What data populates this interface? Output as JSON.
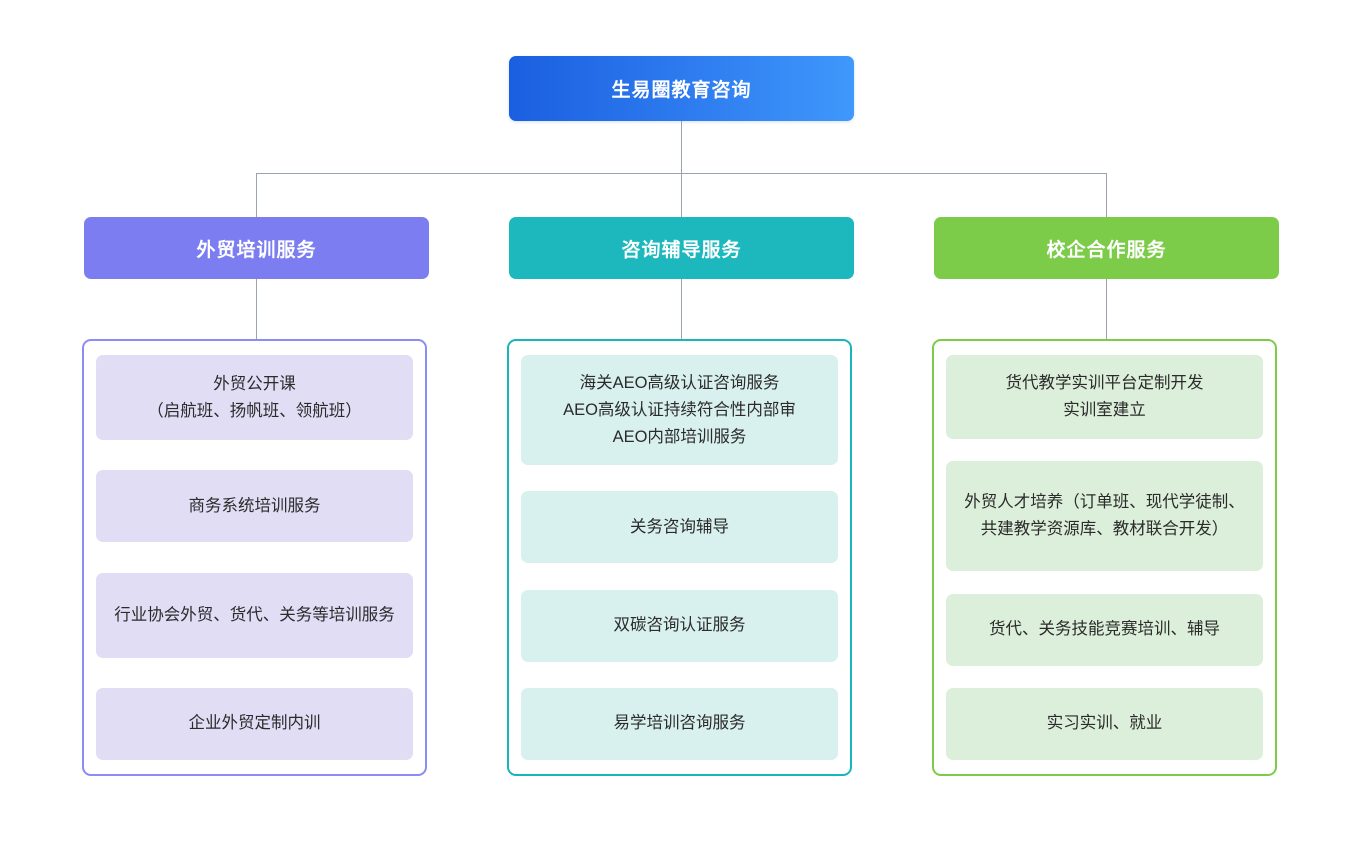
{
  "diagram": {
    "type": "organizational-tree",
    "root": {
      "label": "生易圈教育咨询",
      "color": "#1a5fe0",
      "color_end": "#3f98fb"
    },
    "columns": [
      {
        "header": "外贸培训服务",
        "header_color": "#7b7df0",
        "border_color": "#8b8cf5",
        "item_color": "#e0ddf5",
        "items": [
          "外贸公开课\n（启航班、扬帆班、领航班）",
          "商务系统培训服务",
          "行业协会外贸、货代、关务等培训服务",
          "企业外贸定制内训"
        ]
      },
      {
        "header": "咨询辅导服务",
        "header_color": "#1cb8bd",
        "border_color": "#17b6bc",
        "item_color": "#d8f0ee",
        "items": [
          "海关AEO高级认证咨询服务\nAEO高级认证持续符合性内部审\nAEO内部培训服务",
          "关务咨询辅导",
          "双碳咨询认证服务",
          "易学培训咨询服务"
        ]
      },
      {
        "header": "校企合作服务",
        "header_color": "#7ccc4a",
        "border_color": "#7ccc4a",
        "item_color": "#dcefda",
        "items": [
          "货代教学实训平台定制开发\n实训室建立",
          "外贸人才培养（订单班、现代学徒制、共建教学资源库、教材联合开发）",
          "货代、关务技能竞赛培训、辅导",
          "实习实训、就业"
        ]
      }
    ],
    "connector_color": "#9aa3ae"
  }
}
